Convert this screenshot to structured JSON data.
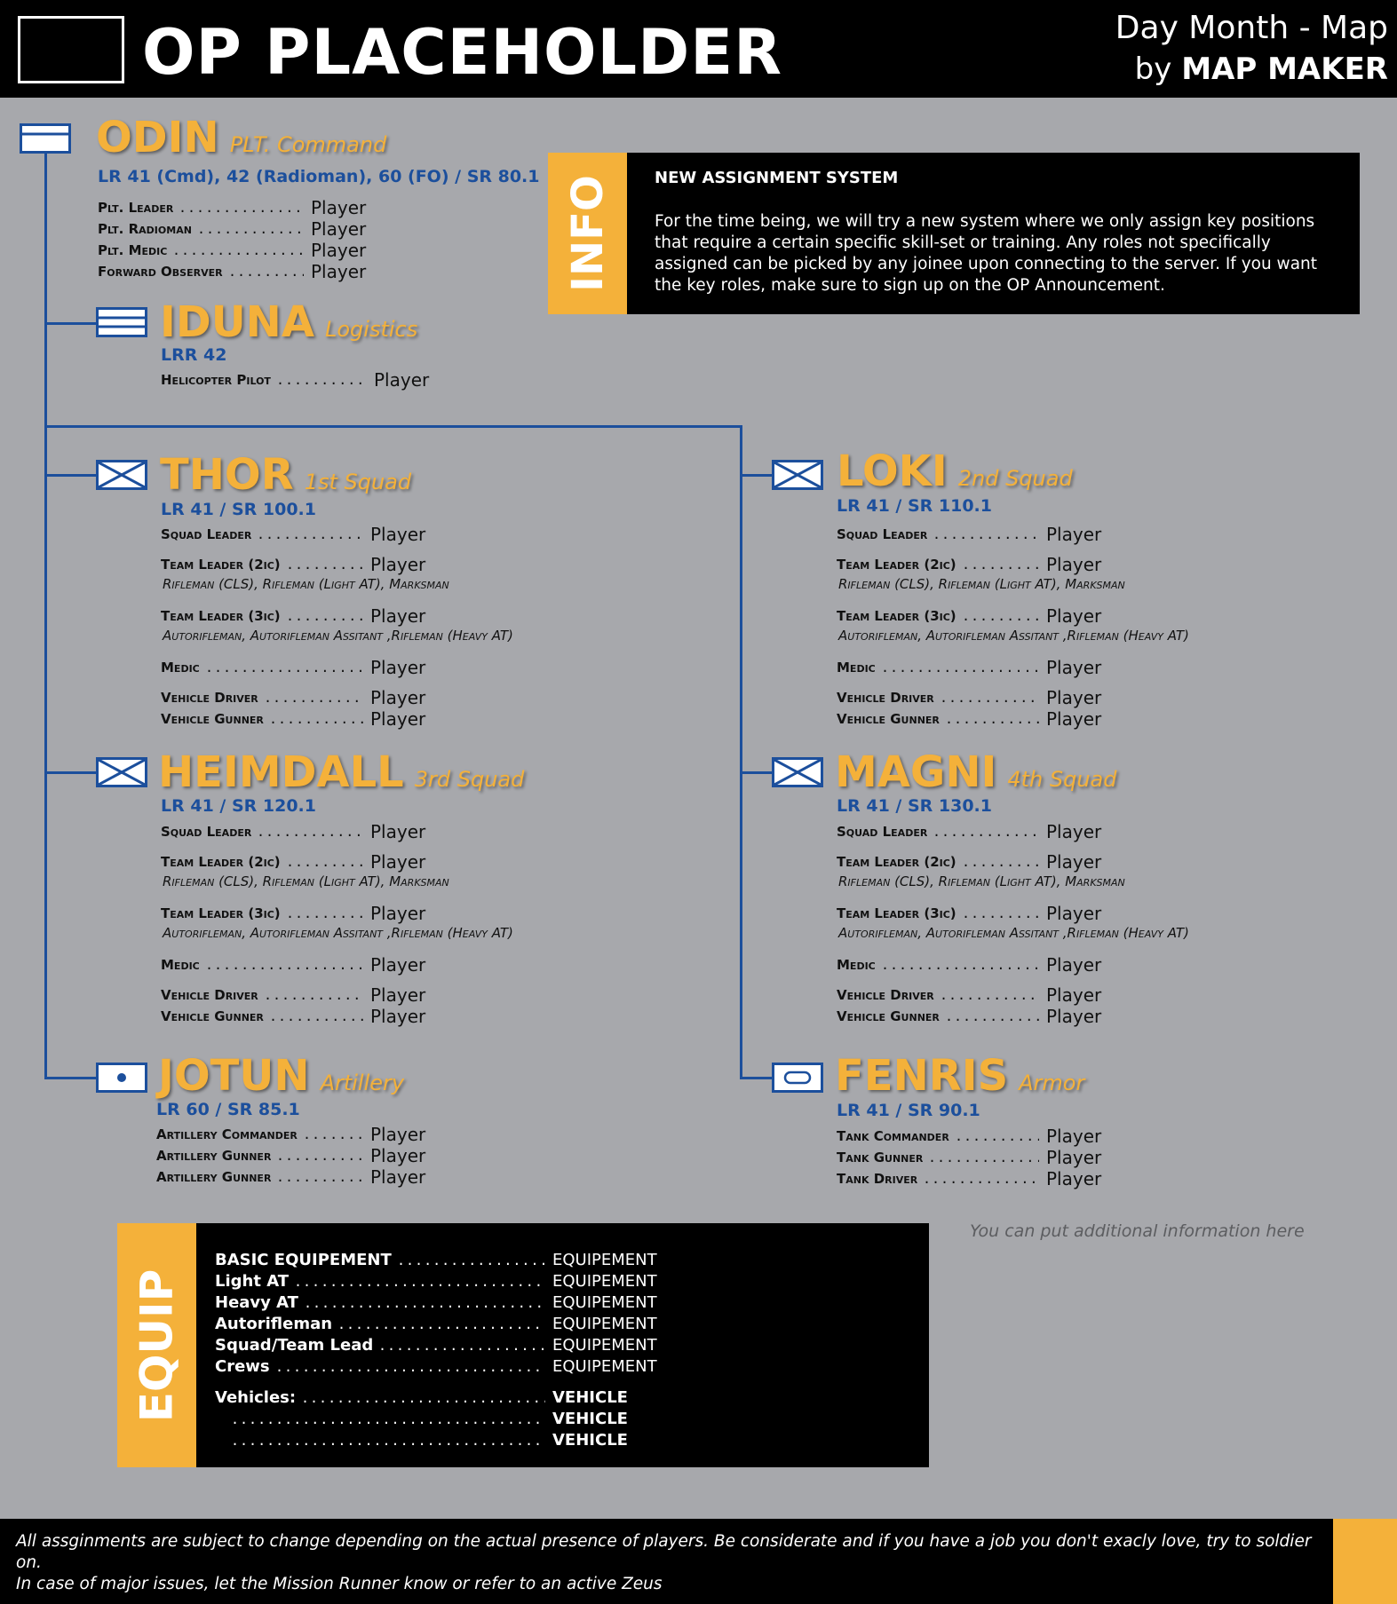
{
  "header": {
    "title": "OP PLACEHOLDER",
    "date": "Day Month - Map",
    "by": "by",
    "maker": "MAP MAKER"
  },
  "units": {
    "odin": {
      "name": "ODIN",
      "subtitle": "PLT. Command",
      "freq": "LR 41 (Cmd), 42 (Radioman), 60 (FO) / SR 80.1",
      "roles": [
        {
          "name": "Plt. Leader",
          "player": "Player"
        },
        {
          "name": "Plt. Radioman",
          "player": "Player"
        },
        {
          "name": "Plt. Medic",
          "player": "Player"
        },
        {
          "name": "Forward Observer",
          "player": "Player"
        }
      ]
    },
    "iduna": {
      "name": "IDUNA",
      "subtitle": "Logistics",
      "freq": "LRR 42",
      "roles": [
        {
          "name": "Helicopter Pilot",
          "player": "Player"
        }
      ]
    },
    "thor": {
      "name": "THOR",
      "subtitle": "1st Squad",
      "freq": "LR 41 / SR 100.1",
      "roles": [
        {
          "name": "Squad Leader",
          "player": "Player"
        },
        {
          "name": "Team Leader (2ic)",
          "player": "Player"
        },
        {
          "name": "Team Leader (3ic)",
          "player": "Player"
        },
        {
          "name": "Medic",
          "player": "Player"
        },
        {
          "name": "Vehicle Driver",
          "player": "Player"
        },
        {
          "name": "Vehicle Gunner",
          "player": "Player"
        }
      ],
      "team2": "Rifleman (CLS), Rifleman (Light AT), Marksman",
      "team3": "Autorifleman, Autorifleman Assitant ,Rifleman (Heavy AT)"
    },
    "loki": {
      "name": "LOKI",
      "subtitle": "2nd Squad",
      "freq": "LR 41 / SR 110.1",
      "roles": [
        {
          "name": "Squad Leader",
          "player": "Player"
        },
        {
          "name": "Team Leader (2ic)",
          "player": "Player"
        },
        {
          "name": "Team Leader (3ic)",
          "player": "Player"
        },
        {
          "name": "Medic",
          "player": "Player"
        },
        {
          "name": "Vehicle Driver",
          "player": "Player"
        },
        {
          "name": "Vehicle Gunner",
          "player": "Player"
        }
      ],
      "team2": "Rifleman (CLS), Rifleman (Light AT), Marksman",
      "team3": "Autorifleman, Autorifleman Assitant ,Rifleman (Heavy AT)"
    },
    "heimdall": {
      "name": "HEIMDALL",
      "subtitle": "3rd Squad",
      "freq": "LR 41 / SR 120.1",
      "roles": [
        {
          "name": "Squad Leader",
          "player": "Player"
        },
        {
          "name": "Team Leader (2ic)",
          "player": "Player"
        },
        {
          "name": "Team Leader (3ic)",
          "player": "Player"
        },
        {
          "name": "Medic",
          "player": "Player"
        },
        {
          "name": "Vehicle Driver",
          "player": "Player"
        },
        {
          "name": "Vehicle Gunner",
          "player": "Player"
        }
      ],
      "team2": "Rifleman (CLS), Rifleman (Light AT), Marksman",
      "team3": "Autorifleman, Autorifleman Assitant ,Rifleman (Heavy AT)"
    },
    "magni": {
      "name": "MAGNI",
      "subtitle": "4th Squad",
      "freq": "LR 41 / SR 130.1",
      "roles": [
        {
          "name": "Squad Leader",
          "player": "Player"
        },
        {
          "name": "Team Leader (2ic)",
          "player": "Player"
        },
        {
          "name": "Team Leader (3ic)",
          "player": "Player"
        },
        {
          "name": "Medic",
          "player": "Player"
        },
        {
          "name": "Vehicle Driver",
          "player": "Player"
        },
        {
          "name": "Vehicle Gunner",
          "player": "Player"
        }
      ],
      "team2": "Rifleman (CLS), Rifleman (Light AT), Marksman",
      "team3": "Autorifleman, Autorifleman Assitant ,Rifleman (Heavy AT)"
    },
    "jotun": {
      "name": "JOTUN",
      "subtitle": "Artillery",
      "freq": "LR 60 / SR 85.1",
      "roles": [
        {
          "name": "Artillery Commander",
          "player": "Player"
        },
        {
          "name": "Artillery Gunner",
          "player": "Player"
        },
        {
          "name": "Artillery Gunner",
          "player": "Player"
        }
      ]
    },
    "fenris": {
      "name": "FENRIS",
      "subtitle": "Armor",
      "freq": "LR 41 / SR 90.1",
      "roles": [
        {
          "name": "Tank Commander",
          "player": "Player"
        },
        {
          "name": "Tank Gunner",
          "player": "Player"
        },
        {
          "name": "Tank Driver",
          "player": "Player"
        }
      ]
    }
  },
  "info": {
    "tab": "INFO",
    "title": "NEW ASSIGNMENT SYSTEM",
    "text": "For the time being, we will try a new system where we only assign key positions that require a certain specific skill-set or training. Any roles not specifically assigned can be picked by any joinee upon connecting to the server. If you want the key roles, make sure to sign up on the OP Announcement."
  },
  "equip": {
    "tab": "EQUIP",
    "rows": [
      {
        "name": "BASIC EQUIPEMENT",
        "value": "EQUIPEMENT"
      },
      {
        "name": "Light AT",
        "value": "EQUIPEMENT"
      },
      {
        "name": "Heavy AT",
        "value": "EQUIPEMENT"
      },
      {
        "name": "Autorifleman",
        "value": "EQUIPEMENT"
      },
      {
        "name": "Squad/Team Lead",
        "value": "EQUIPEMENT"
      },
      {
        "name": "Crews",
        "value": "EQUIPEMENT"
      }
    ],
    "vehicles_label": "Vehicles:",
    "vehicles": [
      "VEHICLE",
      "VEHICLE",
      "VEHICLE"
    ]
  },
  "extra_info": "You can put additional information here",
  "footer": {
    "line1": "All assginments are subject to change depending on the actual presence of players. Be considerate and if you have a job you don't exacly love, try to soldier on.",
    "line2": "In case of major issues, let the Mission Runner know or refer to an active Zeus"
  },
  "colors": {
    "accent": "#f4b13a",
    "frequency": "#1c4f9c",
    "background": "#a7a8ac"
  },
  "icons": {
    "odin": "hq-flag-icon",
    "iduna": "logistics-flag-icon",
    "squad": "infantry-cross-icon",
    "jotun": "artillery-dot-icon",
    "fenris": "armor-oval-icon"
  }
}
